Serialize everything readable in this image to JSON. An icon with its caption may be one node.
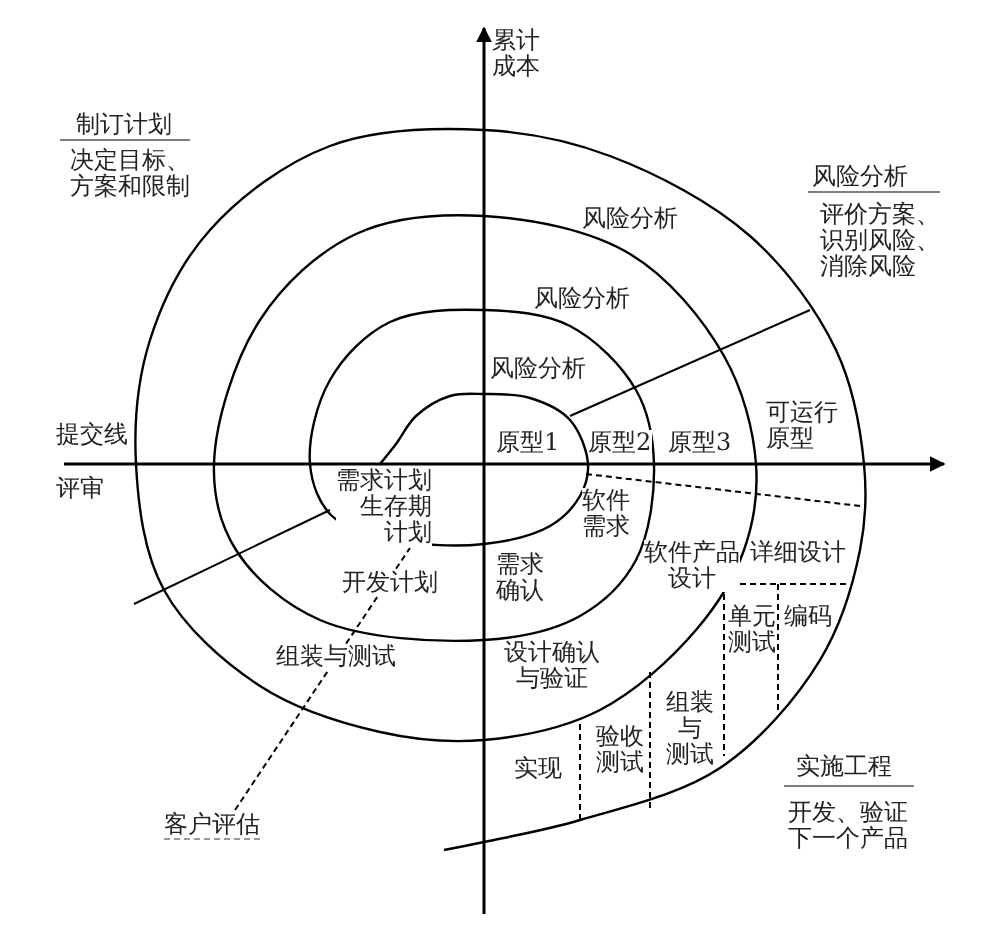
{
  "diagram": {
    "nodes": [
      {
        "text": [
          "客户评估"
        ]
      },
      {
        "text": [
          "需求计划生存期计划"
        ]
      }
    ],
    "edges": [
      {
        "from": 0,
        "to": 1,
        "arrow": "none",
        "style": "dashed"
      }
    ],
    "labels": [
      "累计成本",
      "制订计划",
      "决定目标、方案和限制",
      "风险分析",
      "评价方案、识别风险、消除风险",
      "风险分析",
      "风险分析",
      "风险分析",
      "提交线",
      "原型1",
      "原型2",
      "原型3",
      "可运行原型",
      "评审",
      "软件需求",
      "开发计划",
      "需求确认",
      "软件产品设计",
      "详细设计",
      "单元测试",
      "编码",
      "组装与测试",
      "设计确认与验证",
      "组装与测试",
      "验收测试",
      "实现",
      "实施工程",
      "开发、验证下一个产品"
    ]
  }
}
